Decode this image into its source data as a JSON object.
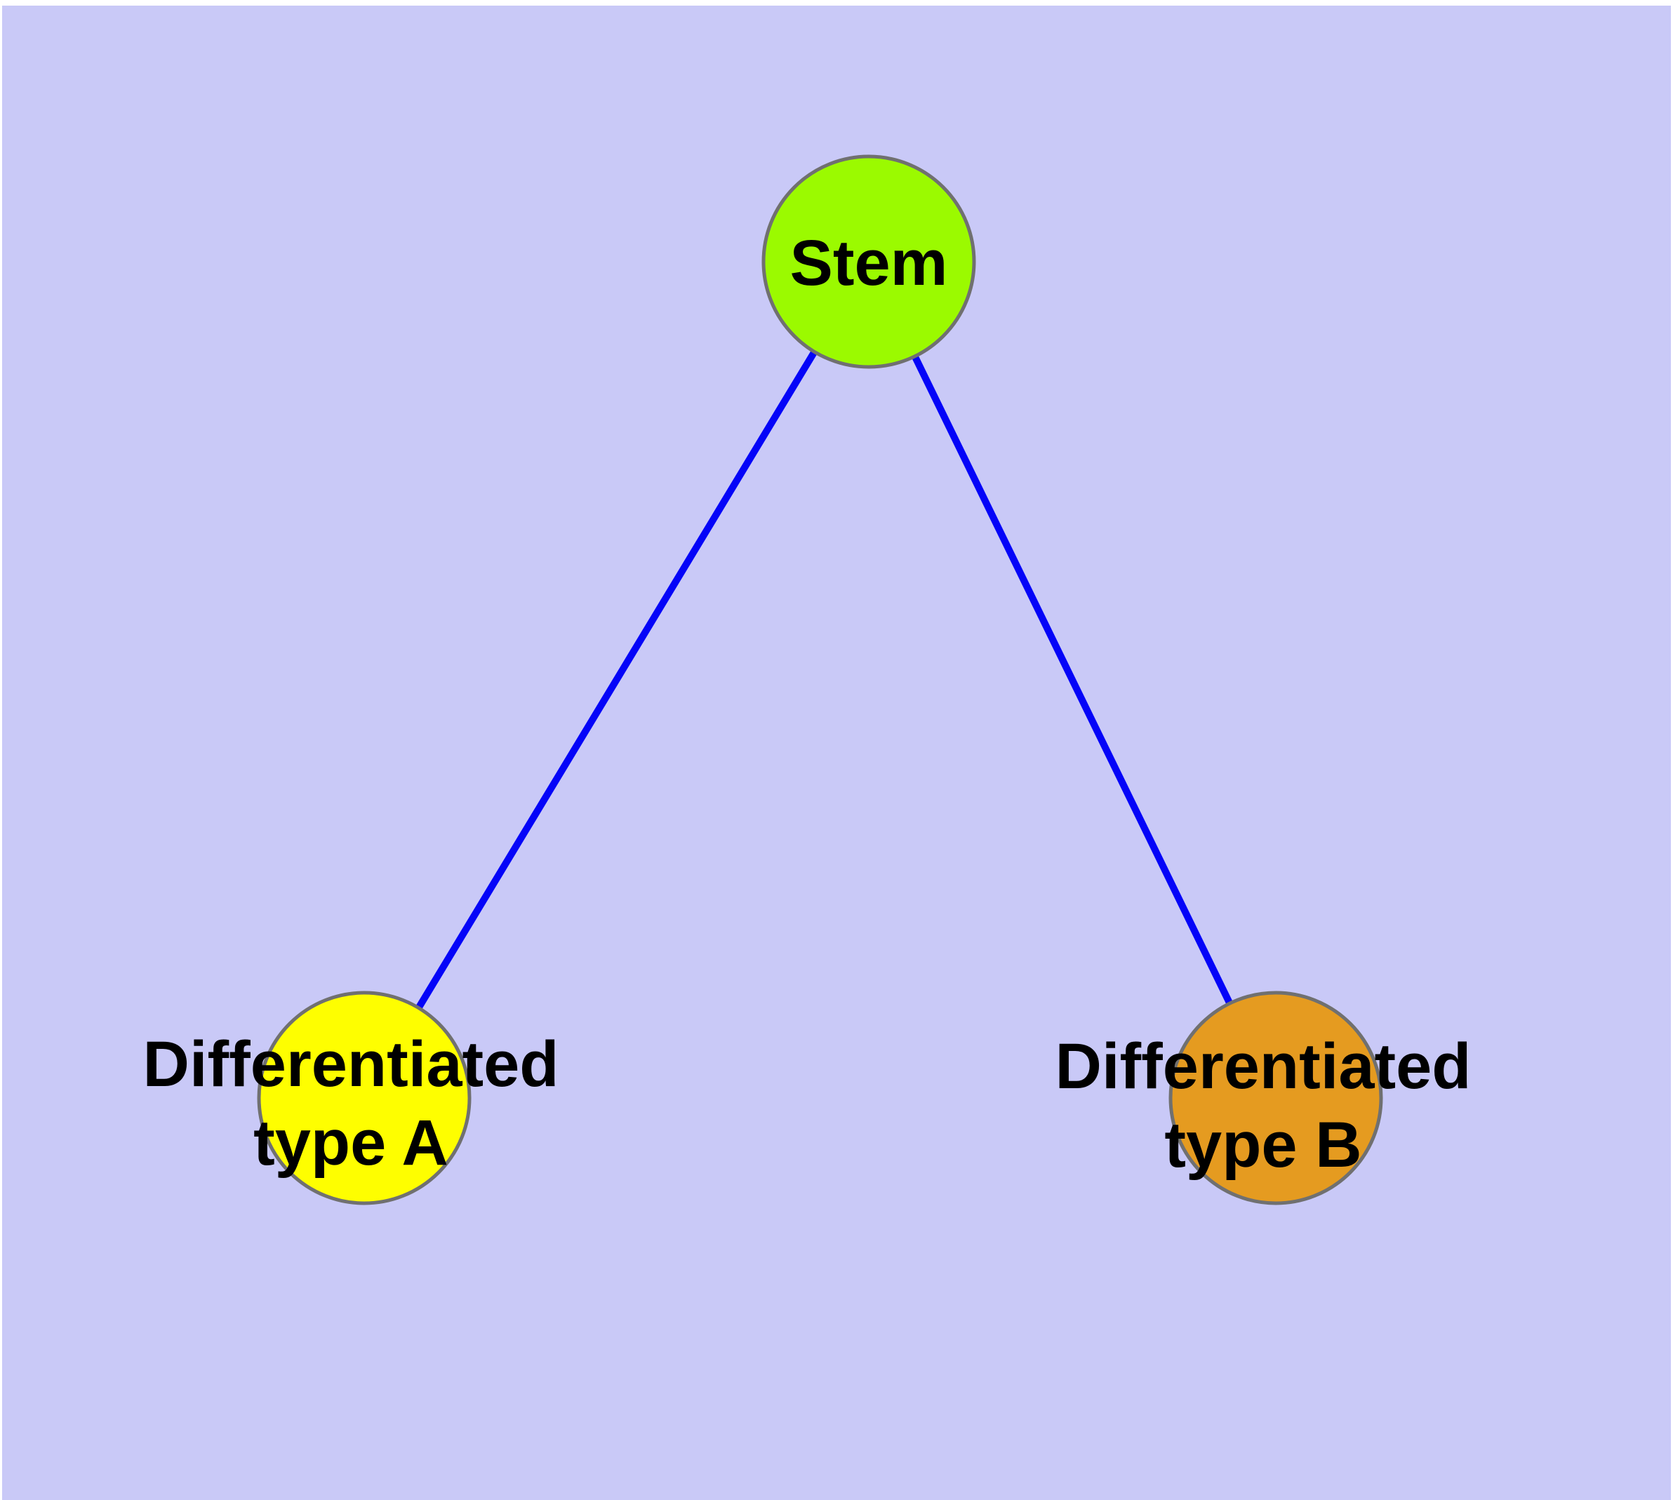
{
  "page": {
    "outer_background": "#ffffff",
    "background": "#c9c9f7"
  },
  "diagram": {
    "text_color": "#000000",
    "nodes": {
      "stem": {
        "label": "Stem",
        "fill": "#9bfa00",
        "border": "#707070"
      },
      "type_a": {
        "label_line1": "Differentiated",
        "label_line2": "type A",
        "fill": "#fefe00",
        "border": "#707070"
      },
      "type_b": {
        "label_line1": "Differentiated",
        "label_line2": "type B",
        "fill": "#e59b20",
        "border": "#707070"
      }
    },
    "edges": {
      "color": "#0404f8",
      "list": [
        {
          "from": "Stem",
          "to": "Differentiated type A"
        },
        {
          "from": "Stem",
          "to": "Differentiated type B"
        }
      ]
    }
  }
}
